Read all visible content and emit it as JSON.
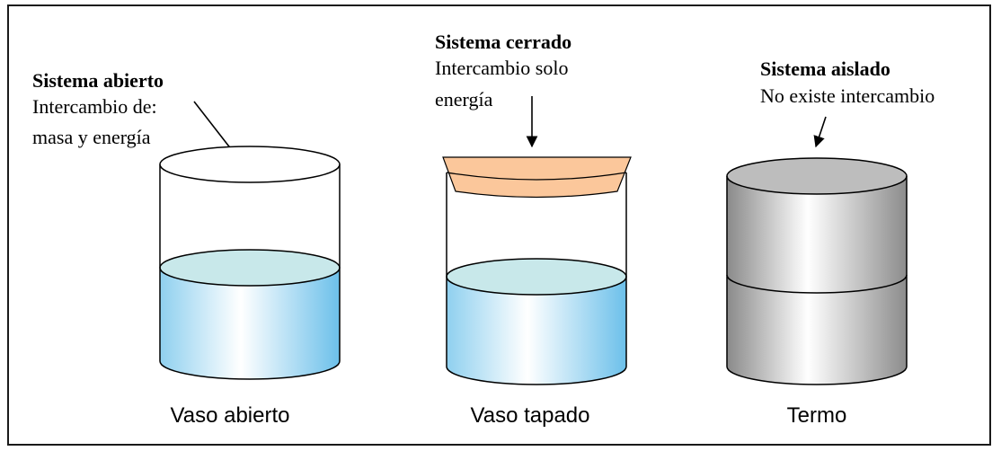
{
  "diagram": {
    "systems": [
      {
        "title": "Sistema abierto",
        "description_lines": [
          "Intercambio de:",
          "masa y energía"
        ],
        "caption": "Vaso abierto"
      },
      {
        "title": "Sistema cerrado",
        "description_lines": [
          "Intercambio solo",
          "energía"
        ],
        "caption": "Vaso tapado"
      },
      {
        "title": "Sistema aislado",
        "description_lines": [
          "No existe intercambio"
        ],
        "caption": "Termo"
      }
    ],
    "colors": {
      "water": "#a9d9ef",
      "water_top": "#c8e8ea",
      "lid": "#fbc79b",
      "thermos": "#b9b9b9",
      "outline": "#000000"
    }
  }
}
